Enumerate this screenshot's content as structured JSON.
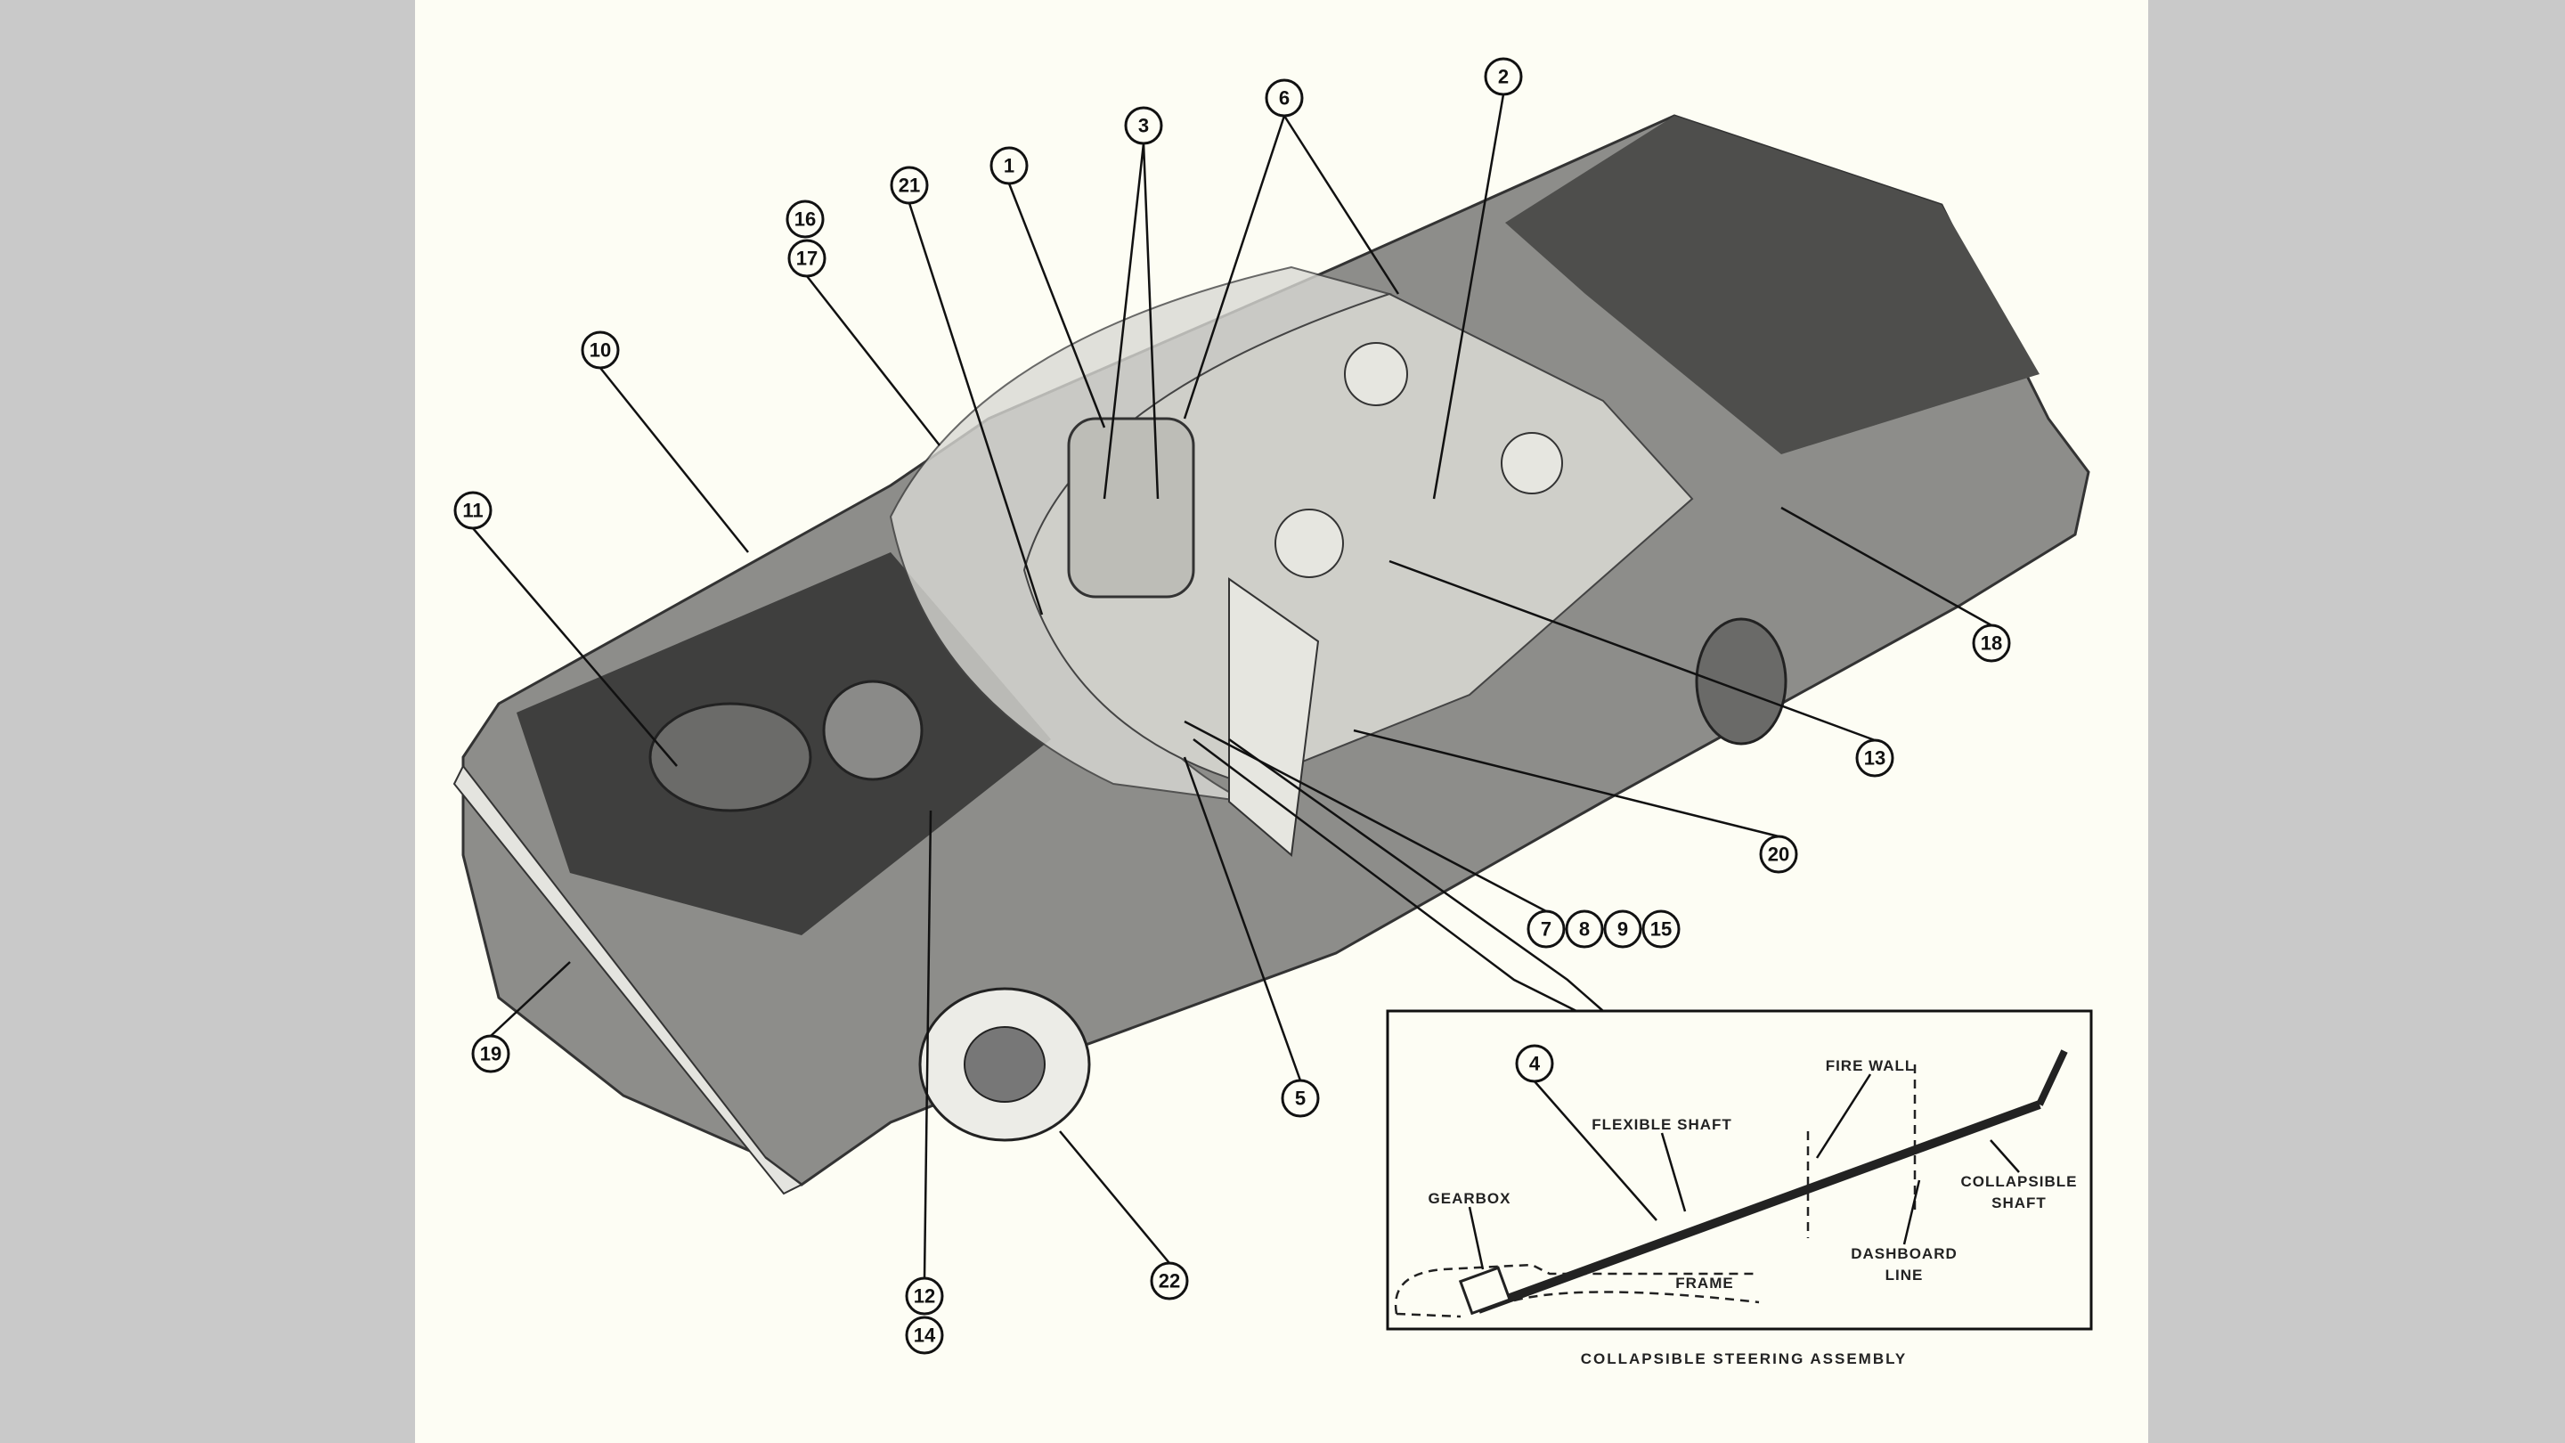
{
  "figure": {
    "callouts": {
      "c1": "1",
      "c2": "2",
      "c3": "3",
      "c4": "4",
      "c5": "5",
      "c6": "6",
      "c7": "7",
      "c8": "8",
      "c9": "9",
      "c10": "10",
      "c11": "11",
      "c12": "12",
      "c13": "13",
      "c14": "14",
      "c15": "15",
      "c16": "16",
      "c17": "17",
      "c18": "18",
      "c19": "19",
      "c20": "20",
      "c21": "21",
      "c22": "22"
    },
    "inset": {
      "labels": {
        "fire_wall": "FIRE WALL",
        "flexible_shaft": "FLEXIBLE SHAFT",
        "gearbox": "GEARBOX",
        "collapsible_shaft_1": "COLLAPSIBLE",
        "collapsible_shaft_2": "SHAFT",
        "dashboard_line_1": "DASHBOARD",
        "dashboard_line_2": "LINE",
        "frame": "FRAME"
      },
      "caption": "COLLAPSIBLE STEERING ASSEMBLY"
    }
  }
}
